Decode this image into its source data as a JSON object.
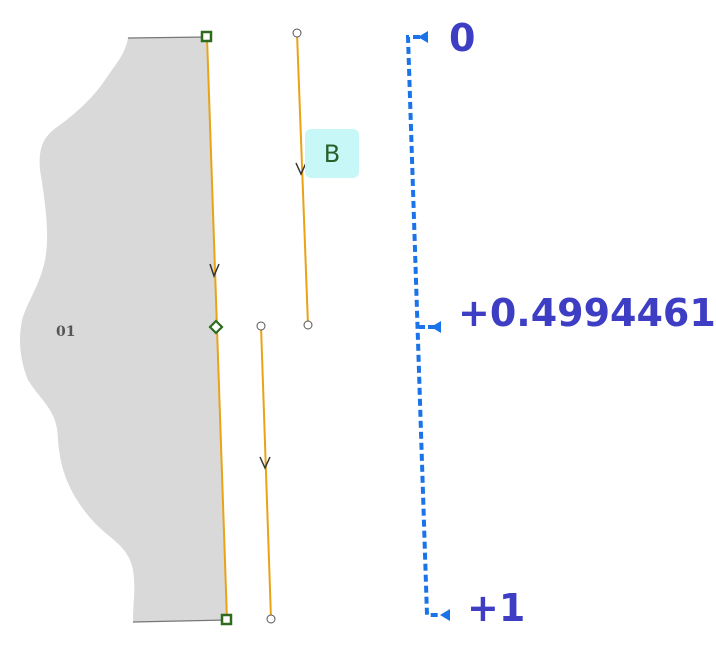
{
  "region": {
    "label": "01",
    "fill_color": "#d9d9d9"
  },
  "tag": {
    "text": "B",
    "background": "#c8f7f7"
  },
  "measure": {
    "labels": {
      "start": "0",
      "middle": "+0.4994461",
      "end": "+1"
    },
    "color": "#1a73e8",
    "text_color": "#3d3ec4"
  },
  "segments": {
    "color": "#e8a317",
    "vertex_color": "#2e6b1f"
  }
}
